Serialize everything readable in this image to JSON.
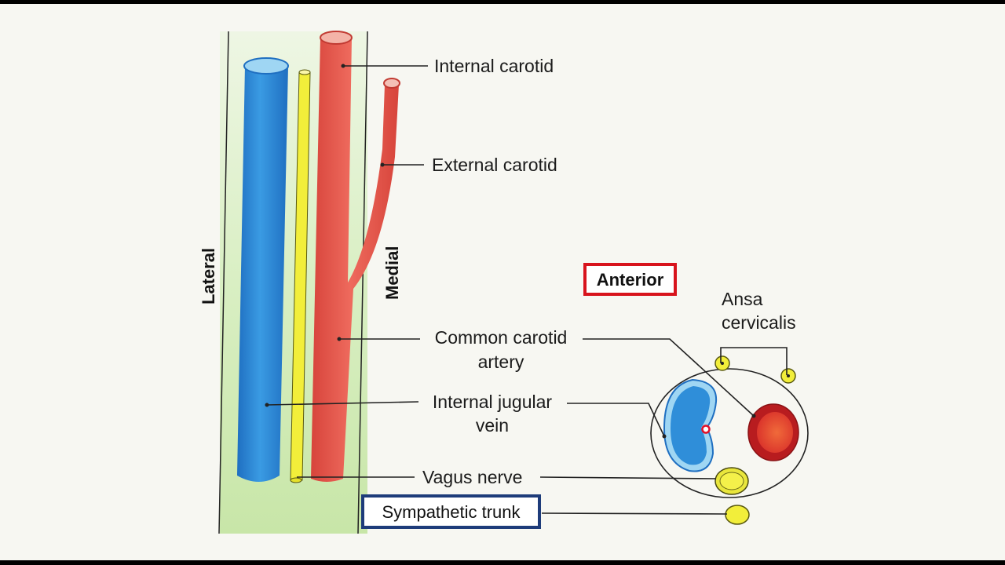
{
  "labels": {
    "internal_carotid": "Internal carotid",
    "external_carotid": "External carotid",
    "lateral": "Lateral",
    "medial": "Medial",
    "anterior": "Anterior",
    "ansa_line1": "Ansa",
    "ansa_line2": "cervicalis",
    "common_line1": "Common carotid",
    "common_line2": "artery",
    "ijv_line1": "Internal jugular",
    "ijv_line2": "vein",
    "vagus": "Vagus nerve",
    "sympathetic": "Sympathetic trunk"
  },
  "colors": {
    "vein_blue": "#2f8ed9",
    "artery_red": "#e65a4e",
    "nerve_yellow": "#f2ee3a",
    "sheath_green": "#d7ecc0",
    "anterior_box": "#d8141d",
    "sympathetic_box": "#1e3c7a"
  }
}
